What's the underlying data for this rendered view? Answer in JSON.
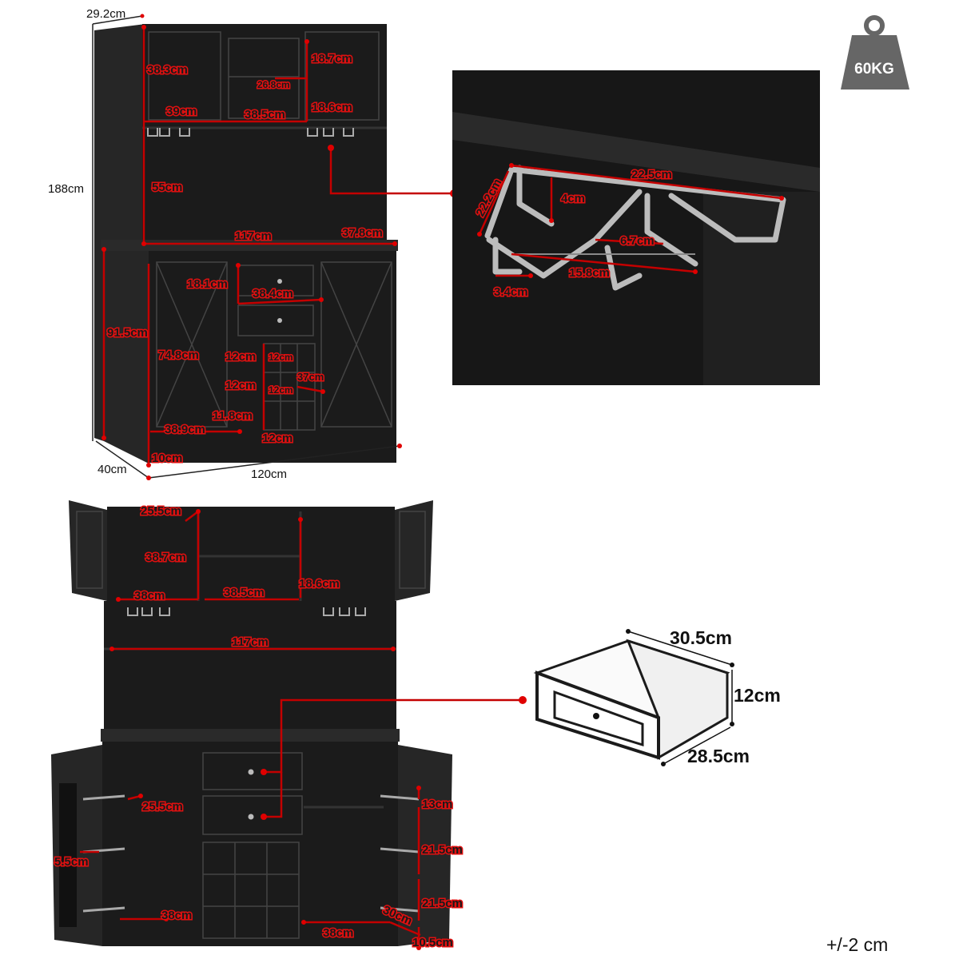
{
  "weight": {
    "label": "60KG",
    "icon": "weight-icon"
  },
  "tolerance": "+/-2 cm",
  "cabinet": {
    "depth_top": "29.2cm",
    "height_total": "188cm",
    "height_lower": "91.5cm",
    "depth_base": "40cm",
    "width_total": "120cm",
    "upper_left_door_h": "38.3cm",
    "upper_right_door_h": "18.7cm",
    "upper_center_gap": "26.8cm",
    "upper_left_w": "39cm",
    "upper_center_w": "38.5cm",
    "upper_right_shelf_h": "18.6cm",
    "open_shelf_h": "55cm",
    "counter_w": "117cm",
    "counter_d": "37.8cm",
    "drawer_h": "18.1cm",
    "drawer_w": "38.4cm",
    "left_door_h": "74.8cm",
    "wine_a": "12cm",
    "wine_b": "12cm",
    "wine_c": "12cm",
    "wine_d": "12cm",
    "wine_depth": "37cm",
    "wine_e": "11.8cm",
    "left_door_w": "38.9cm",
    "wine_bottom_w": "12cm",
    "foot_h": "10cm"
  },
  "rack": {
    "length": "22.5cm",
    "depth": "22.2cm",
    "height": "4cm",
    "slot_gap": "6.7cm",
    "inner_w": "15.8cm",
    "slot_w": "3.4cm"
  },
  "open_view": {
    "upper_left_depth": "25.5cm",
    "upper_left_h": "38.7cm",
    "upper_left_w": "38cm",
    "upper_center_w": "38.5cm",
    "upper_right_h": "18.6cm",
    "shelf_w": "117cm",
    "door_shelf_w": "25.5cm",
    "door_shelf_gap": "5.5cm",
    "lower_left_w": "38cm",
    "right_shelf_top": "13cm",
    "right_shelf_mid": "21.5cm",
    "right_shelf_low": "21.5cm",
    "right_depth": "30cm",
    "lower_right_w": "38cm",
    "base_h": "10.5cm"
  },
  "drawer": {
    "width": "30.5cm",
    "height": "12cm",
    "depth": "28.5cm"
  }
}
